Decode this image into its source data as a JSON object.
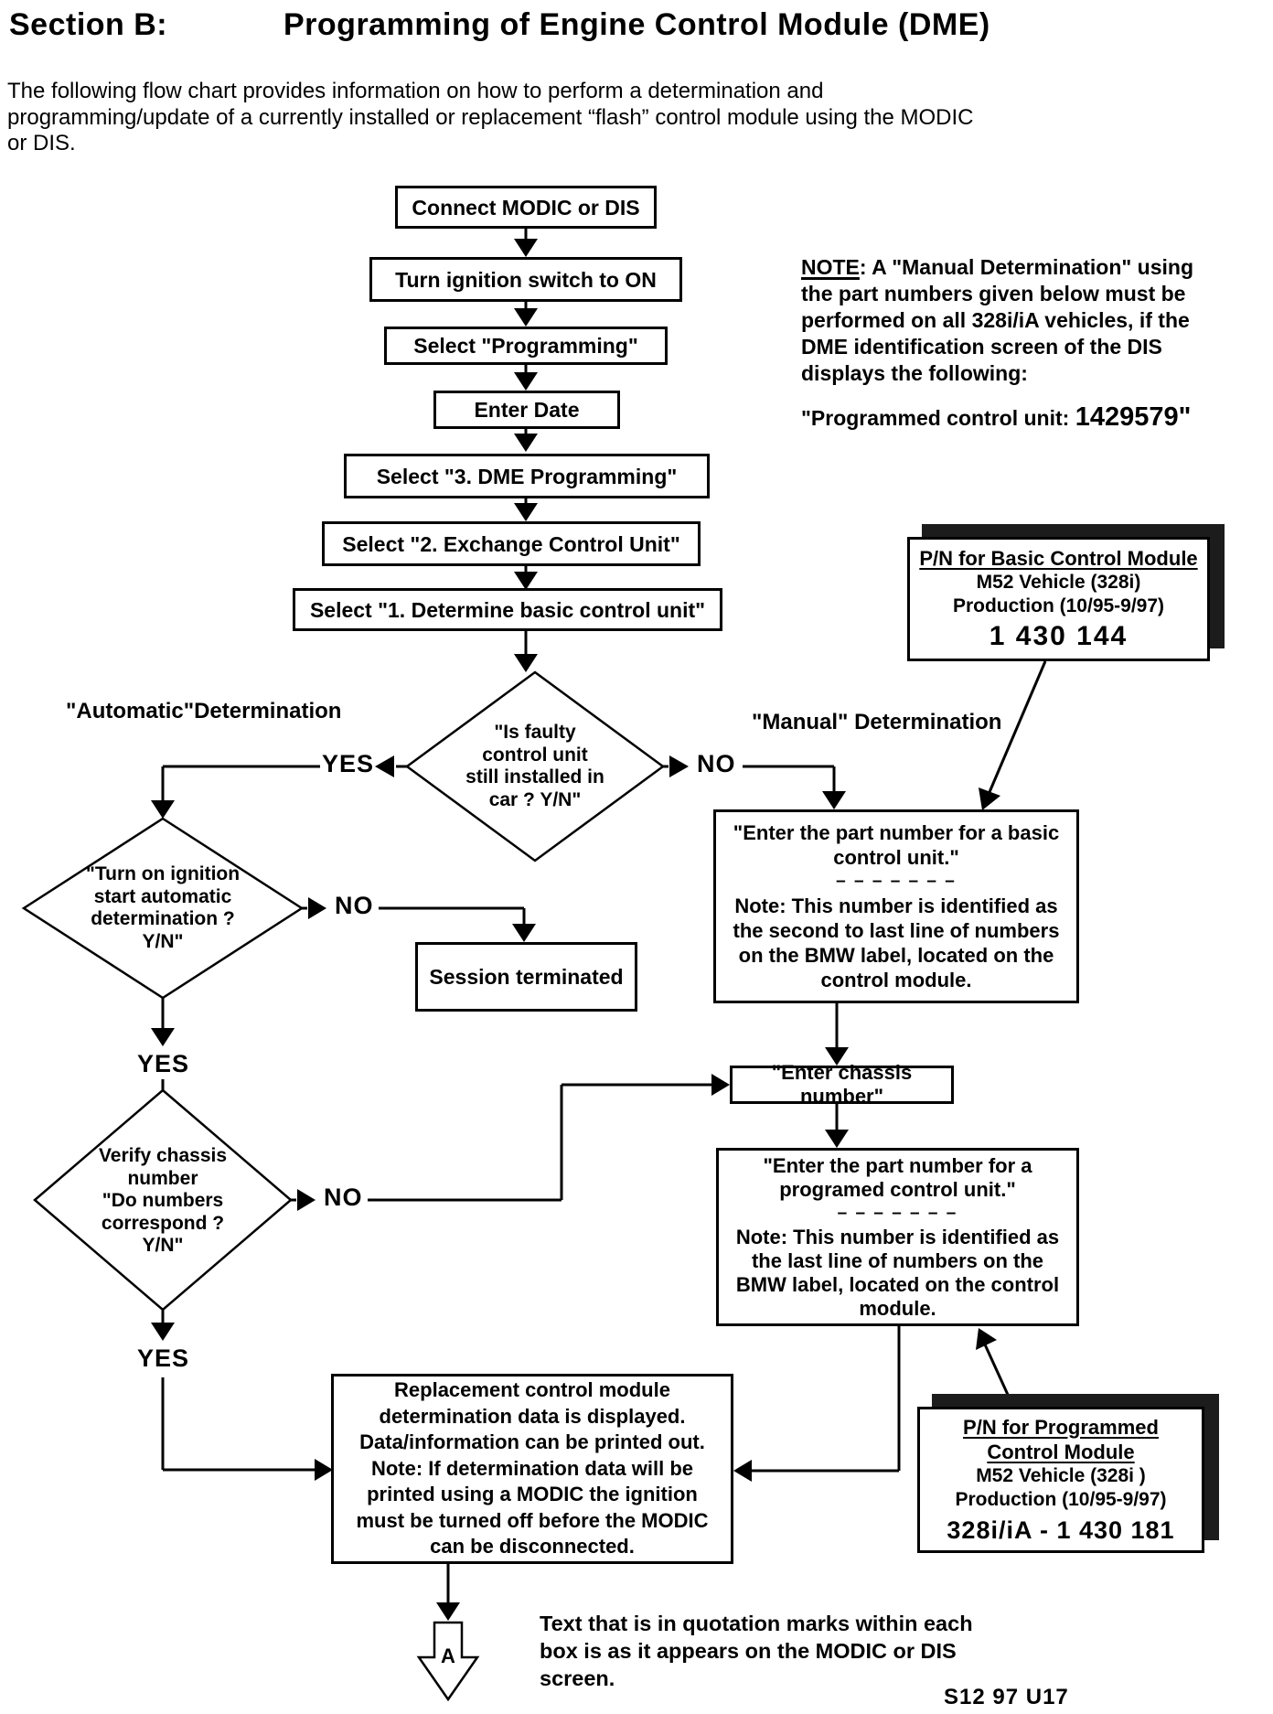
{
  "header": {
    "section": "Section B:",
    "title": "Programming of Engine Control Module (DME)",
    "intro": "The following flow chart provides information on how to perform a determination and\nprogramming/update of a currently installed or replacement “flash” control module using the MODIC\nor DIS."
  },
  "note": {
    "label": "NOTE",
    "body": ": A \"Manual Determination\" using\nthe part numbers given below must be\nperformed on all 328i/iA vehicles, if the\nDME identification screen of the DIS\ndisplays the following:",
    "programmed_prefix": "\"Programmed control unit: ",
    "programmed_value": "1429579\""
  },
  "steps": {
    "s1": "Connect MODIC or DIS",
    "s2": "Turn ignition switch to ON",
    "s3": "Select \"Programming\"",
    "s4": "Enter Date",
    "s5": "Select \"3. DME Programming\"",
    "s6": "Select \"2. Exchange Control Unit\"",
    "s7": "Select \"1. Determine basic control unit\""
  },
  "decisions": {
    "faulty_installed": "\"Is faulty\ncontrol unit\nstill installed in\ncar ? Y/N\"",
    "auto_determination": "\"Turn on ignition\nstart automatic\ndetermination ?\nY/N\"",
    "verify_chassis": "Verify chassis\nnumber\n\"Do numbers\ncorrespond ?\nY/N\""
  },
  "labels": {
    "automatic": "\"Automatic\"Determination",
    "manual": "\"Manual\" Determination",
    "yes": "YES",
    "no": "NO",
    "connector_a": "A"
  },
  "boxes": {
    "session": "Session terminated",
    "basic_quote": "\"Enter the part number for a basic\ncontrol unit.\"",
    "separator": "– – – – – – –",
    "basic_note": "Note: This number is identified as\nthe second to last line of numbers\non the BMW label, located on the\ncontrol module.",
    "chassis": "\"Enter chassis number\"",
    "programmed_quote": "\"Enter the part number for a\nprogramed control unit.\"",
    "programmed_note": "Note: This number is identified as\nthe last line of numbers on the\nBMW label, located on the control\nmodule.",
    "replacement": "Replacement control module\ndetermination data is displayed.\nData/information can be printed out.\nNote: If determination data will be\nprinted using a MODIC the ignition\nmust be turned off before the MODIC\ncan be disconnected."
  },
  "pn_basic": {
    "title": "P/N for Basic Control Module",
    "vehicle": "M52 Vehicle (328i)",
    "production": "Production (10/95-9/97)",
    "part": "1 430 144"
  },
  "pn_programmed": {
    "title1": "P/N for Programmed",
    "title2": "Control Module",
    "vehicle": "M52 Vehicle (328i )",
    "production": "Production (10/95-9/97)",
    "part": "328i/iA - 1 430 181"
  },
  "footer": {
    "note": "Text that is in quotation marks within each\nbox is as it appears on the MODIC or DIS\nscreen.",
    "doc_code": "S12 97 U17"
  }
}
